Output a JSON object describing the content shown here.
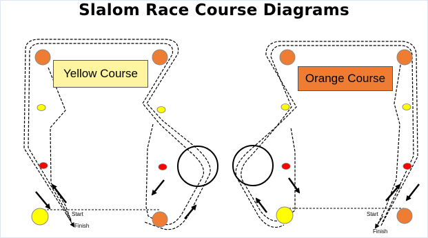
{
  "title": "Slalom Race Course Diagrams",
  "courses": {
    "yellow": {
      "label": "Yellow Course",
      "color": "#fff5a0"
    },
    "orange": {
      "label": "Orange Course",
      "color": "#ee7d33"
    }
  },
  "markers": {
    "start": "Start",
    "finish": "Finish"
  },
  "colors": {
    "buoy_orange": "#ee7d33",
    "buoy_yellow": "#ffff00",
    "buoy_red": "#ff0000",
    "path": "#000000"
  }
}
